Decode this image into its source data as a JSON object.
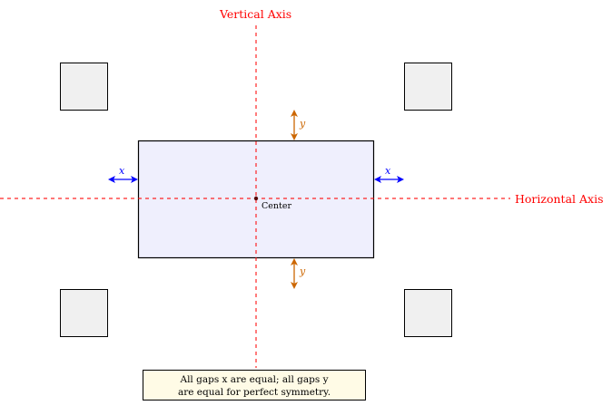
{
  "diagram": {
    "axes": {
      "vertical_label": "Vertical Axis",
      "horizontal_label": "Horizontal Axis",
      "color": "#ff0000"
    },
    "center_rect": {
      "fill": "#efeffd",
      "stroke": "#000000"
    },
    "center_label": "Center",
    "corner_squares": {
      "fill": "#f0f0f0",
      "stroke": "#000000",
      "count": 4
    },
    "gaps": {
      "x_label": "x",
      "y_label": "y",
      "x_color": "#0000ff",
      "y_color": "#cc6600"
    },
    "note": {
      "line1": "All gaps x are equal; all gaps y",
      "line2": "are equal for perfect symmetry.",
      "fill": "#fffbe6"
    }
  }
}
